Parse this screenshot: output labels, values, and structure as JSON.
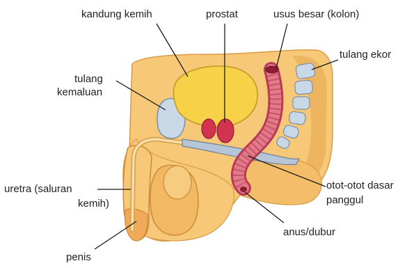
{
  "labels": {
    "bladder": "kandung kemih",
    "prostate": "prostat",
    "colon": "usus besar (kolon)",
    "tailbone": "tulang ekor",
    "pubic_line1": "tulang",
    "pubic_line2": "kemaluan",
    "urethra_line1": "uretra (saluran",
    "urethra_line2": "kemih)",
    "pelvic_line1": "otot-otot dasar",
    "pelvic_line2": "panggul",
    "anus": "anus/dubur",
    "penis": "penis"
  },
  "colors": {
    "skin": "#f6c878",
    "skin_shadow": "#e7a64c",
    "skin_light": "#fbdfa6",
    "bladder": "#f7d248",
    "prostate": "#d2334f",
    "colon": "#e27a8a",
    "colon_dark": "#b83a55",
    "bone": "#c9d8e6",
    "bone_edge": "#7c8fa3",
    "muscle": "#b7c6d6"
  }
}
